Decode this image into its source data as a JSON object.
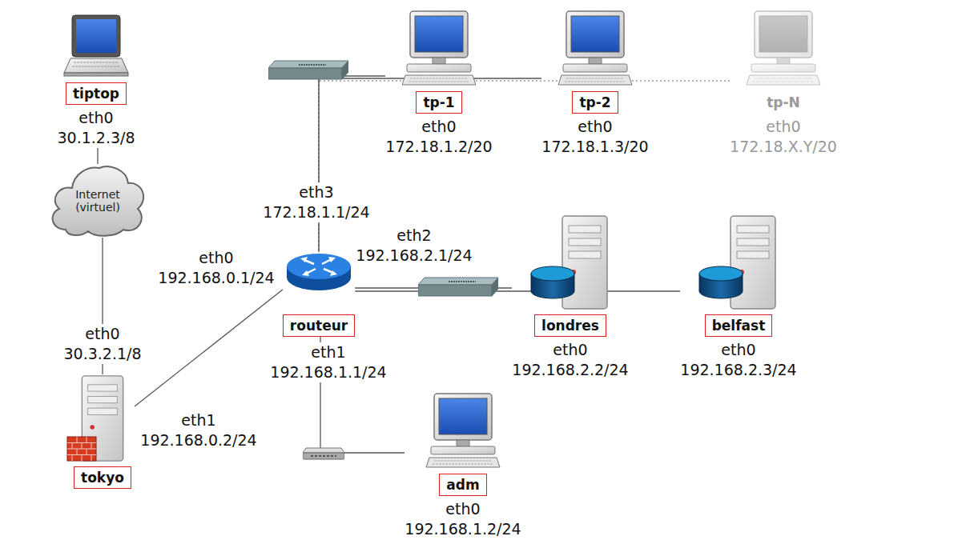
{
  "diagram": {
    "nodes": [
      {
        "text": [
          "tiptop",
          "eth0 30.1.2.3/8"
        ]
      },
      {
        "text": [
          "tp-1",
          "eth0 172.18.1.2/20"
        ]
      },
      {
        "text": [
          "tp-2",
          "eth0 172.18.1.3/20"
        ]
      },
      {
        "text": [
          "tp-N",
          "eth0 172.18.X.Y/20"
        ]
      },
      {
        "text": [
          "Internet (virtuel)"
        ]
      },
      {
        "text": [
          "routeur"
        ]
      },
      {
        "text": [
          "londres",
          "eth0 192.168.2.2/24"
        ]
      },
      {
        "text": [
          "belfast",
          "eth0 192.168.2.3/24"
        ]
      },
      {
        "text": [
          "tokyo"
        ]
      },
      {
        "text": [
          "adm",
          "eth0 192.168.1.2/24"
        ]
      }
    ],
    "edges": [
      {
        "from": 0,
        "to": 4,
        "arrow": "none"
      },
      {
        "from": 4,
        "to": 8,
        "arrow": "none"
      },
      {
        "from": 8,
        "to": 5,
        "arrow": "none"
      },
      {
        "from": 5,
        "to": 1,
        "arrow": "none"
      },
      {
        "from": 5,
        "to": 2,
        "arrow": "none"
      },
      {
        "from": 5,
        "to": 3,
        "arrow": "none"
      },
      {
        "from": 5,
        "to": 6,
        "arrow": "none"
      },
      {
        "from": 5,
        "to": 7,
        "arrow": "none"
      },
      {
        "from": 5,
        "to": 9,
        "arrow": "none"
      }
    ],
    "labels": [
      "eth3 172.18.1.1/24",
      "eth2 192.168.2.1/24",
      "eth0 192.168.0.1/24",
      "eth1 192.168.1.1/24",
      "eth0 30.3.2.1/8",
      "eth1 192.168.0.2/24"
    ]
  }
}
